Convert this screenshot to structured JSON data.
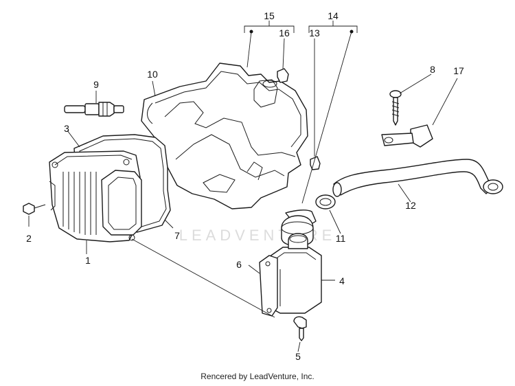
{
  "watermark": "LEADVENTURE",
  "credit": "Rencered by LeadVenture, Inc.",
  "callouts": {
    "c1": "1",
    "c2": "2",
    "c3": "3",
    "c4": "4",
    "c5": "5",
    "c6": "6",
    "c7": "7",
    "c8": "8",
    "c9": "9",
    "c10": "10",
    "c11": "11",
    "c12": "12",
    "c13": "13",
    "c14": "14",
    "c15": "15",
    "c16": "16",
    "c17": "17"
  },
  "parts": {
    "p1": "cylinder-head-cover",
    "p2": "screw",
    "p3": "gasket",
    "p4": "oil-breather-box",
    "p5": "screw",
    "p6": "gasket",
    "p7": "gasket",
    "p8": "screw",
    "p9": "spark-plug",
    "p10": "cylinder-head-shroud",
    "p11": "hose-clamp",
    "p12": "breather-hose",
    "p13": "clip",
    "p14": "shroud-assembly",
    "p15": "shroud-assembly",
    "p16": "clip",
    "p17": "cable-tie"
  }
}
